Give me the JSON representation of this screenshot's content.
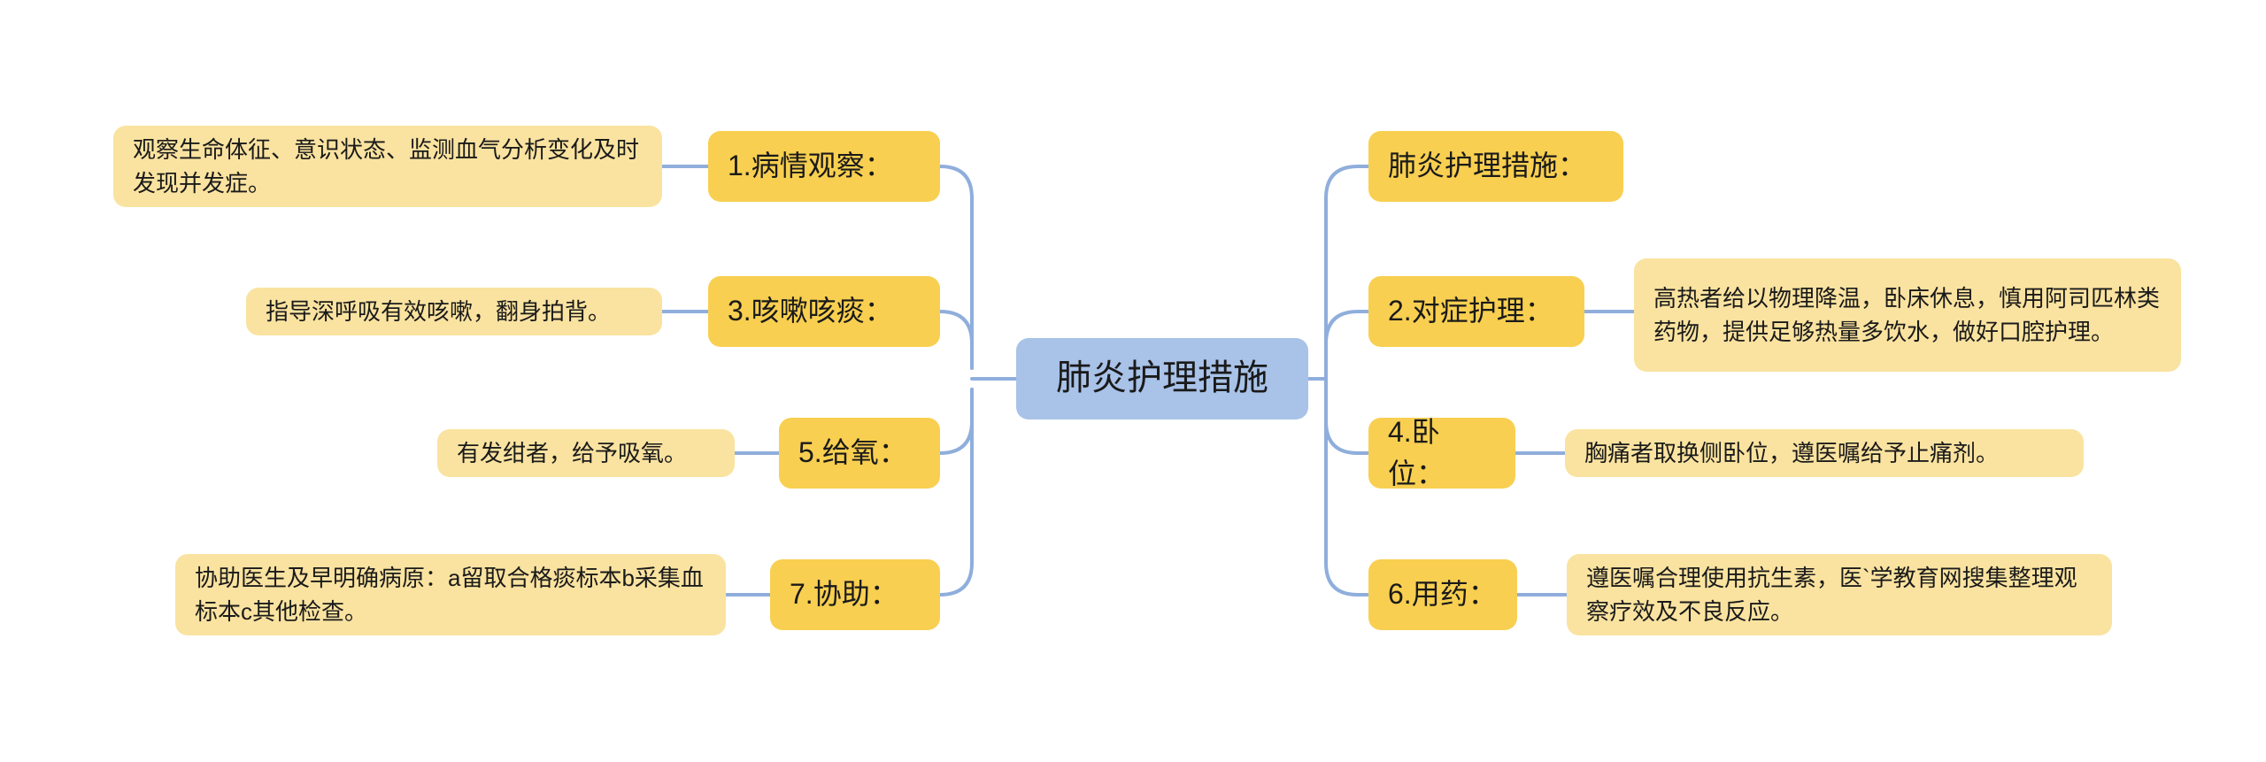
{
  "diagram": {
    "type": "mind-map",
    "title": "肺炎护理措施",
    "colors": {
      "root_fill": "#A8C2E8",
      "branch_fill": "#F8CF50",
      "leaf_fill": "#FAE3A0",
      "connector": "#8FAEDC",
      "text": "#1a1a1a",
      "background": "#ffffff"
    },
    "root": {
      "label": "肺炎护理措施"
    },
    "left_branches": [
      {
        "label": "1.病情观察：",
        "detail": "观察生命体征、意识状态、监测血气分析变化及时发现并发症。"
      },
      {
        "label": "3.咳嗽咳痰：",
        "detail": "指导深呼吸有效咳嗽，翻身拍背。"
      },
      {
        "label": "5.给氧：",
        "detail": "有发绀者，给予吸氧。"
      },
      {
        "label": "7.协助：",
        "detail": "协助医生及早明确病原：a留取合格痰标本b采集血标本c其他检查。"
      }
    ],
    "right_branches": [
      {
        "label": "肺炎护理措施：",
        "detail": ""
      },
      {
        "label": "2.对症护理：",
        "detail": "高热者给以物理降温，卧床休息，慎用阿司匹林类药物，提供足够热量多饮水，做好口腔护理。"
      },
      {
        "label": "4.卧位：",
        "detail": "胸痛者取换侧卧位，遵医嘱给予止痛剂。"
      },
      {
        "label": "6.用药：",
        "detail": "遵医嘱合理使用抗生素，医`学教育网搜集整理观察疗效及不良反应。"
      }
    ]
  }
}
